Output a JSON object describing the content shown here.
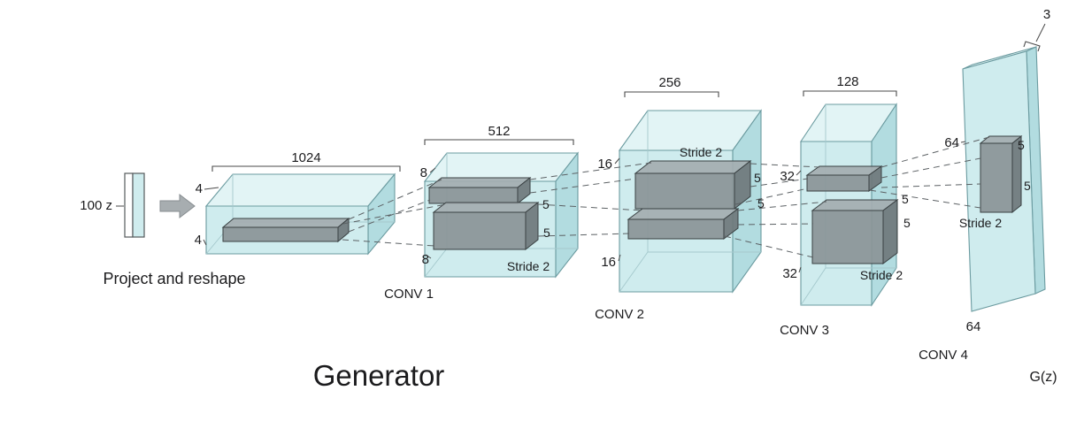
{
  "title": "Generator",
  "input": {
    "vector_label": "100 z",
    "caption": "Project and reshape"
  },
  "layers": {
    "reshape": {
      "depth": "1024",
      "height": "4",
      "width": "4"
    },
    "conv1": {
      "name": "CONV 1",
      "depth": "512",
      "height": "8",
      "width": "8",
      "kernel_h": "5",
      "kernel_w": "5",
      "stride": "Stride 2"
    },
    "conv2": {
      "name": "CONV 2",
      "depth": "256",
      "height": "16",
      "width": "16",
      "kernel_h": "5",
      "kernel_w": "5",
      "stride": "Stride 2"
    },
    "conv3": {
      "name": "CONV 3",
      "depth": "128",
      "height": "32",
      "width": "32",
      "kernel_h": "5",
      "kernel_w": "5",
      "stride": "Stride 2"
    },
    "conv4": {
      "name": "CONV 4",
      "channels": "3",
      "height": "64",
      "width": "64",
      "kernel_h": "5",
      "kernel_w": "5",
      "stride": "Stride 2",
      "output_label": "G(z)"
    }
  },
  "colors": {
    "layer_face": "#cfecee",
    "layer_top": "#e2f4f5",
    "layer_side": "#b2dce0",
    "filter_face": "#8b9598",
    "edge": "#6b9ba0",
    "dash": "#5c6164",
    "text": "#1b1b1d",
    "arrow": "#a7adb0",
    "background": "#ffffff"
  }
}
